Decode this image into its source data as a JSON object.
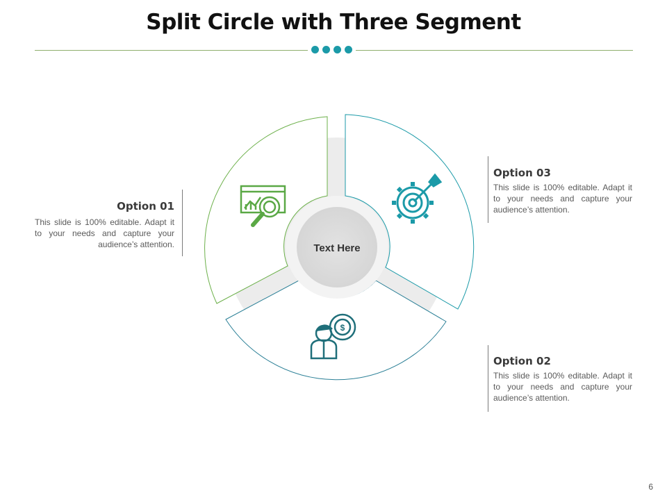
{
  "title": "Split Circle with Three Segment",
  "center_label": "Text Here",
  "options": [
    {
      "heading": "Option 01",
      "text": "This slide is 100% editable. Adapt it to your needs and capture your audience’s attention."
    },
    {
      "heading": "Option 02",
      "text": "This slide is 100% editable. Adapt it to your needs and capture your audience’s attention."
    },
    {
      "heading": "Option 03",
      "text": "This slide is 100% editable. Adapt it to your needs and capture your audience’s attention."
    }
  ],
  "icons": [
    "analytics-magnifier-icon",
    "businessman-dollar-target-icon",
    "gear-target-arrow-icon"
  ],
  "colors": {
    "teal": "#1b9aa8",
    "green": "#5aa845",
    "dark_teal": "#1f6f7a",
    "rule": "#8fae6d"
  },
  "page_number": "6"
}
